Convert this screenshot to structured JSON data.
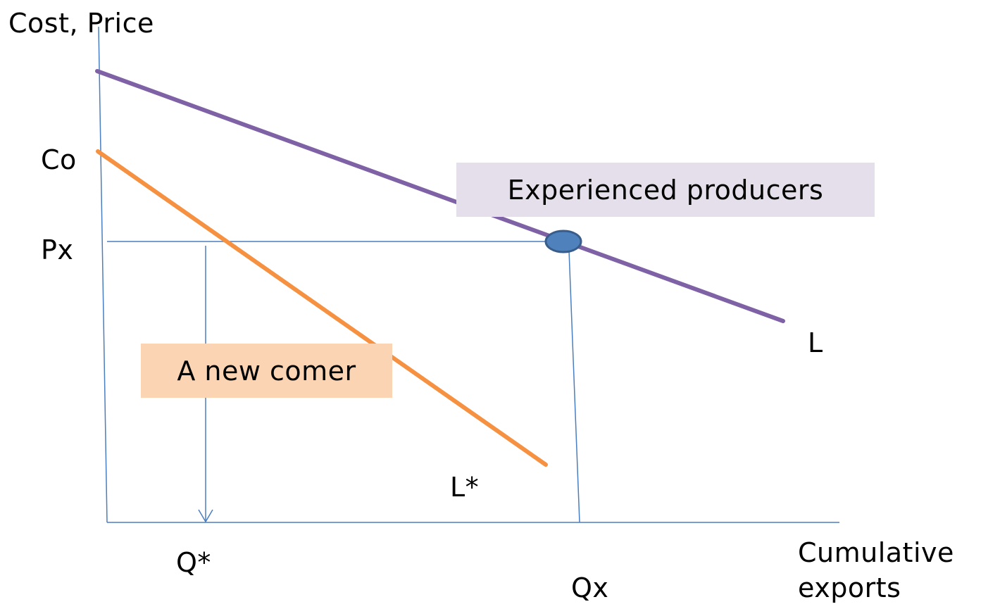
{
  "labels": {
    "y_axis": "Cost, Price",
    "x_axis_line1": "Cumulative",
    "x_axis_line2": "exports",
    "co": "Co",
    "px": "Px",
    "q_star": "Q*",
    "qx": "Qx",
    "l": "L",
    "l_star": "L*"
  },
  "callouts": {
    "experienced": "Experienced producers",
    "newcomer": "A new comer"
  },
  "colors": {
    "axis": "#4a7ebf",
    "guide": "#4a7ebf",
    "curve_L": "#7f62a5",
    "curve_L_star": "#f59140",
    "point_fill": "#4f81bd",
    "point_stroke": "#385d8a",
    "experienced_box": "#e5dfec",
    "newcomer_box": "#fbd4b4"
  }
}
